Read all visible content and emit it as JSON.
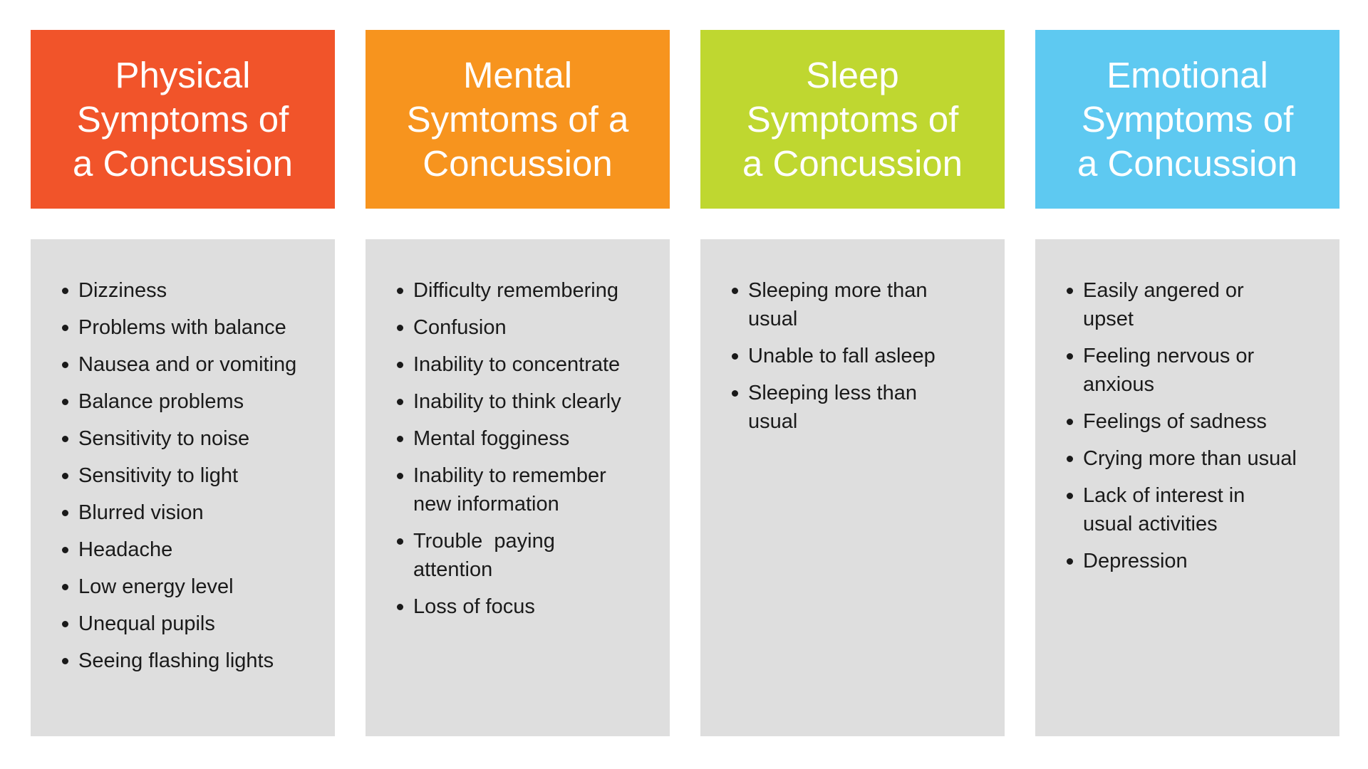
{
  "colors": {
    "physical_header": "#F1542A",
    "mental_header": "#F7941E",
    "sleep_header": "#BFD730",
    "emotional_header": "#5EC9F1",
    "panel_background": "#DEDEDE",
    "title_text": "#FFFFFF",
    "body_text": "#1A1A1A",
    "page_background": "#FFFFFF"
  },
  "columns": [
    {
      "id": "physical",
      "header": {
        "title": "Physical\nSymptoms of\na Concussion",
        "color": "#F1542A"
      },
      "items": [
        "Dizziness",
        "Problems with balance",
        "Nausea and or vomiting",
        "Balance problems",
        "Sensitivity to noise",
        "Sensitivity to light",
        "Blurred vision",
        "Headache",
        "Low energy level",
        "Unequal pupils",
        "Seeing flashing lights"
      ]
    },
    {
      "id": "mental",
      "header": {
        "title": "Mental\nSymtoms of a\nConcussion",
        "color": "#F7941E"
      },
      "items": [
        "Difficulty remembering",
        "Confusion",
        "Inability to concentrate",
        "Inability to think clearly",
        "Mental fogginess",
        "Inability to remember\nnew information",
        "Trouble  paying\nattention",
        "Loss of focus"
      ]
    },
    {
      "id": "sleep",
      "header": {
        "title": "Sleep\nSymptoms of\na Concussion",
        "color": "#BFD730"
      },
      "items": [
        "Sleeping more than\nusual",
        "Unable to fall asleep",
        "Sleeping less than\nusual"
      ]
    },
    {
      "id": "emotional",
      "header": {
        "title": "Emotional\nSymptoms of\na Concussion",
        "color": "#5EC9F1"
      },
      "items": [
        "Easily angered or\nupset",
        "Feeling nervous or\nanxious",
        "Feelings of sadness",
        "Crying more than usual",
        "Lack of interest in\nusual activities",
        "Depression"
      ]
    }
  ]
}
